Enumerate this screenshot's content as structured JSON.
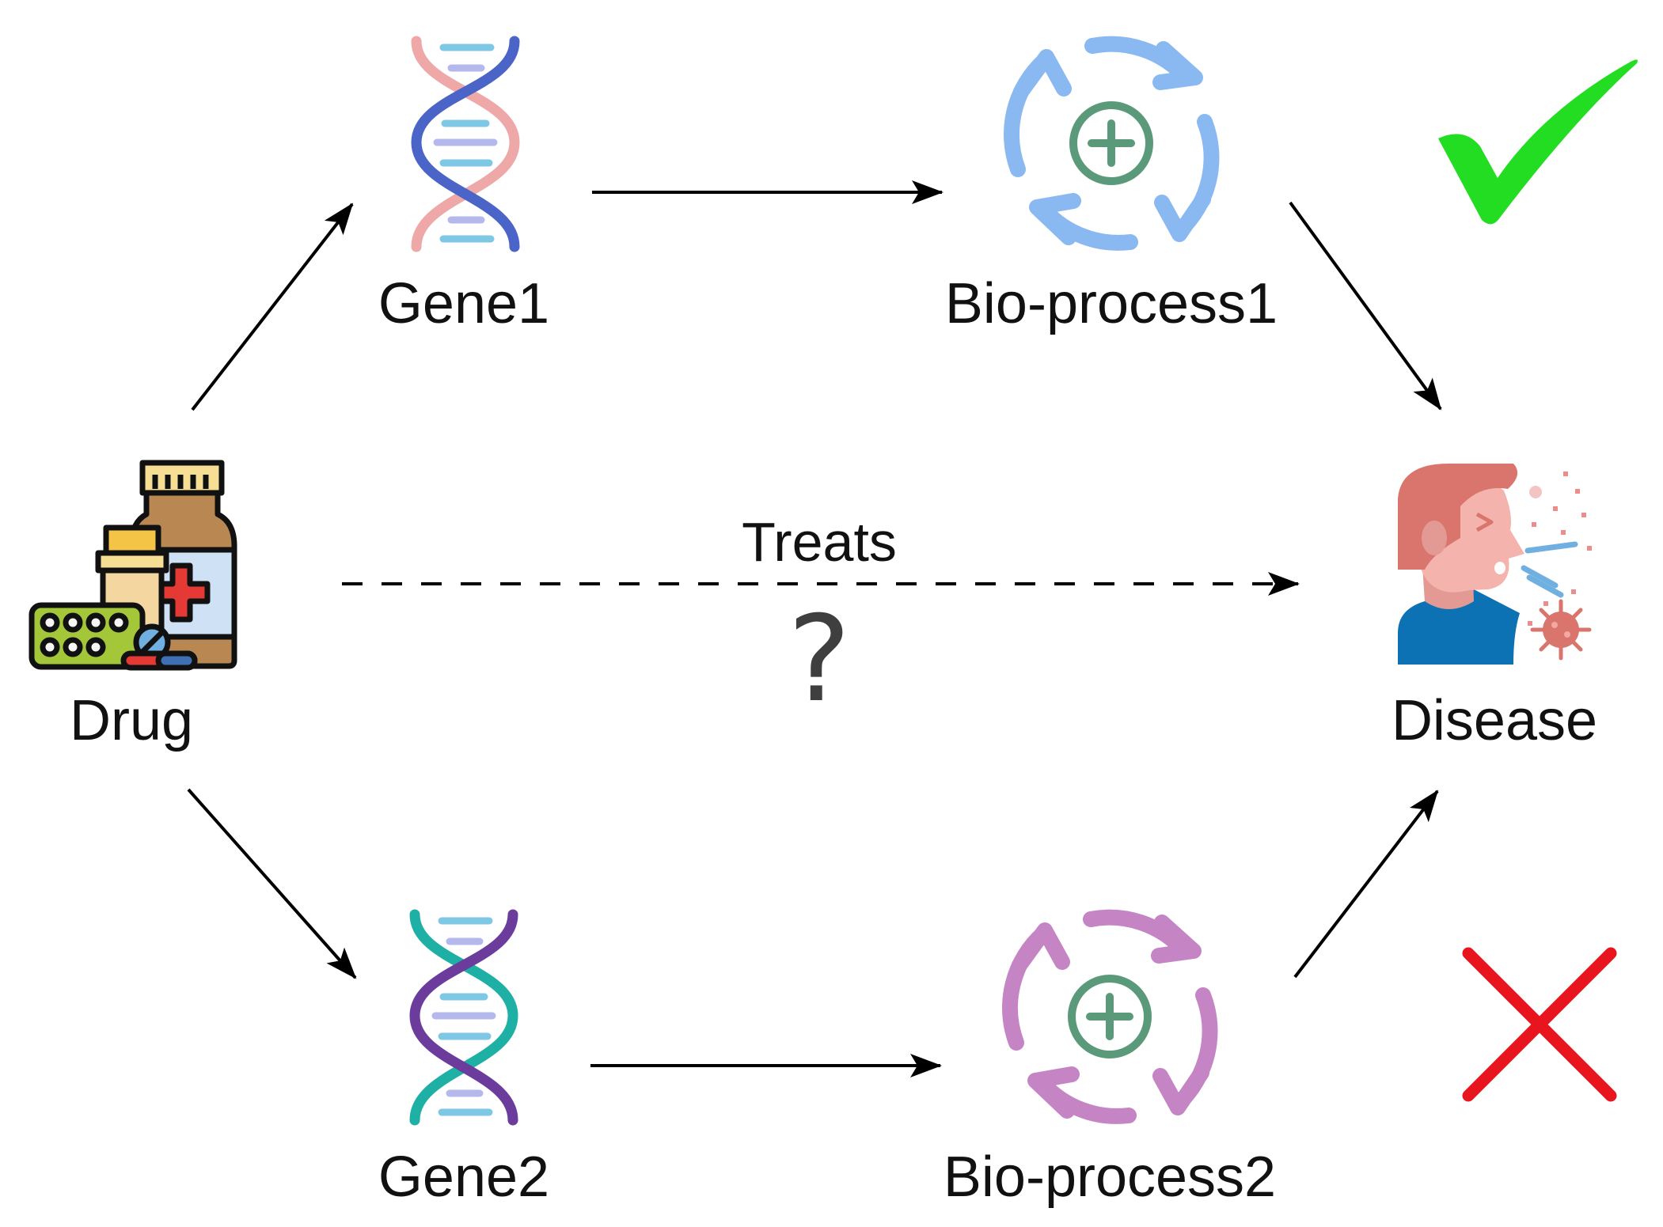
{
  "nodes": {
    "drug": {
      "label": "Drug",
      "icon": "medicine-bottles-icon"
    },
    "gene1": {
      "label": "Gene1",
      "icon": "dna-helix-icon"
    },
    "gene2": {
      "label": "Gene2",
      "icon": "dna-helix-icon"
    },
    "bioprocess1": {
      "label": "Bio-process1",
      "icon": "cycle-plus-icon"
    },
    "bioprocess2": {
      "label": "Bio-process2",
      "icon": "cycle-plus-icon"
    },
    "disease": {
      "label": "Disease",
      "icon": "sick-person-icon"
    }
  },
  "edges": [
    {
      "from": "drug",
      "to": "gene1",
      "style": "solid"
    },
    {
      "from": "gene1",
      "to": "bioprocess1",
      "style": "solid"
    },
    {
      "from": "bioprocess1",
      "to": "disease",
      "style": "solid"
    },
    {
      "from": "drug",
      "to": "gene2",
      "style": "solid"
    },
    {
      "from": "gene2",
      "to": "bioprocess2",
      "style": "solid"
    },
    {
      "from": "bioprocess2",
      "to": "disease",
      "style": "solid"
    },
    {
      "from": "drug",
      "to": "disease",
      "style": "dashed",
      "label": "Treats"
    }
  ],
  "treats_label": "Treats",
  "question_mark": "?",
  "marks": {
    "path1": "check-mark-icon",
    "path2": "cross-mark-icon"
  },
  "colors": {
    "check": "#22dd22",
    "cross": "#e8141e",
    "arrow": "#000000",
    "gene1_strand_a": "#eea8a8",
    "gene1_strand_b": "#4a64c8",
    "gene2_strand_a": "#1fb0a5",
    "gene2_strand_b": "#6b3c9c",
    "bioprocess1": "#8ab8f0",
    "bioprocess2": "#c585c5",
    "plus_circle": "#5a9a7a"
  }
}
